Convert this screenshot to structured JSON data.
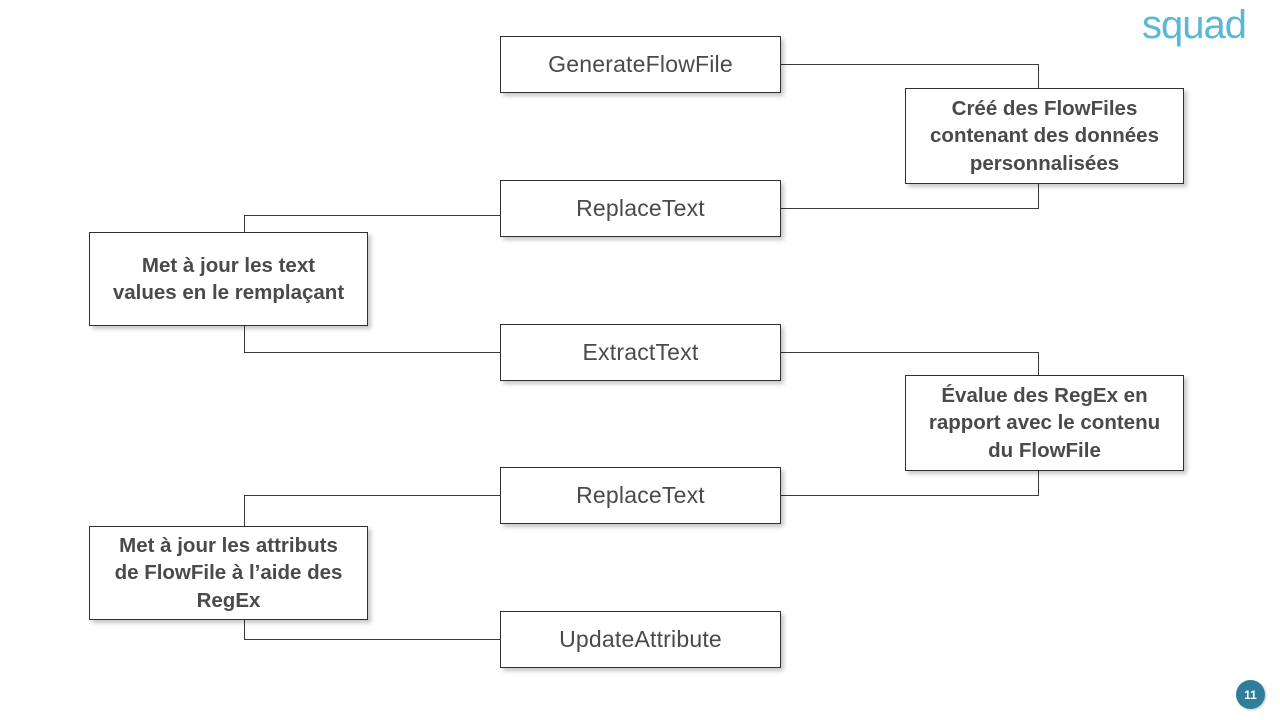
{
  "slide": {
    "page_number": "11",
    "background_color": "#ffffff",
    "logo_text": "squad",
    "logo_color": "#5bb8d4",
    "badge_color": "#2e7d9a"
  },
  "diagram": {
    "processors": [
      {
        "id": "generate-flow-file",
        "label": "GenerateFlowFile"
      },
      {
        "id": "replace-text-1",
        "label": "ReplaceText"
      },
      {
        "id": "extract-text",
        "label": "ExtractText"
      },
      {
        "id": "replace-text-2",
        "label": "ReplaceText"
      },
      {
        "id": "update-attribute",
        "label": "UpdateAttribute"
      }
    ],
    "notes": [
      {
        "id": "note-generate",
        "text": "Créé des FlowFiles\ncontenant des données\npersonnalisées",
        "side": "right",
        "connects": [
          "GenerateFlowFile",
          "ReplaceText"
        ]
      },
      {
        "id": "note-replace-text-values",
        "text": "Met à jour les text\nvalues en le remplaçant",
        "side": "left",
        "connects": [
          "ReplaceText",
          "ExtractText"
        ]
      },
      {
        "id": "note-extract",
        "text": "Évalue des RegEx en\nrapport avec le contenu\ndu FlowFile",
        "side": "right",
        "connects": [
          "ExtractText",
          "ReplaceText"
        ]
      },
      {
        "id": "note-update-attributes",
        "text": "Met à jour les attributs\nde FlowFile à l’aide des\nRegEx",
        "side": "left",
        "connects": [
          "ReplaceText",
          "UpdateAttribute"
        ]
      }
    ]
  }
}
